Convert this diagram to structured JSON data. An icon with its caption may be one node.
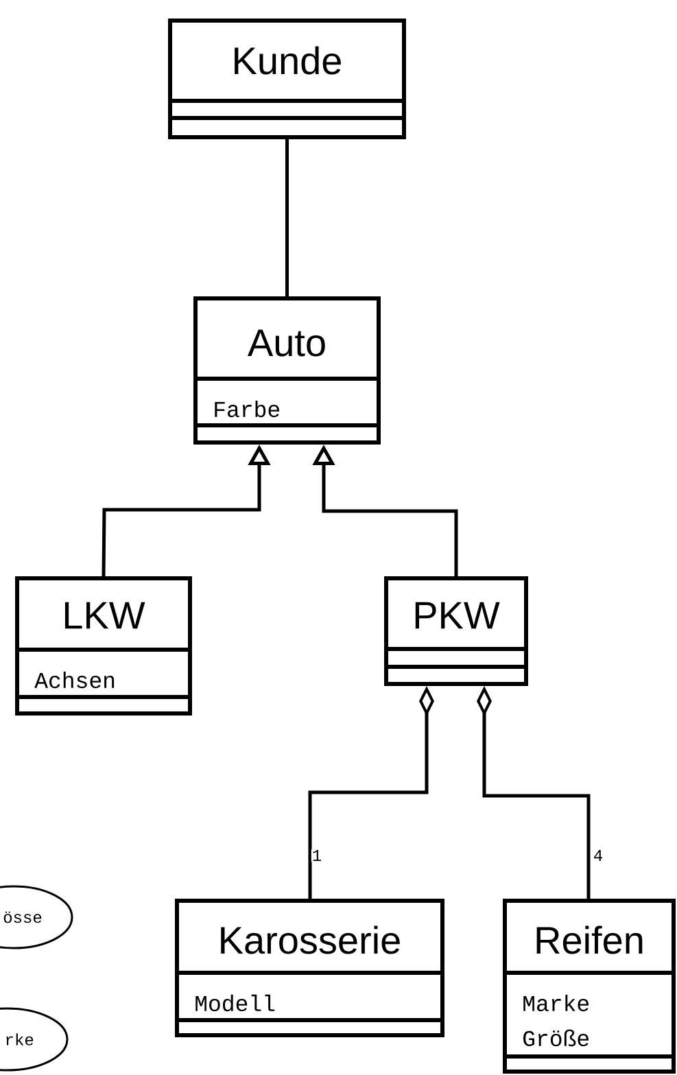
{
  "diagram": {
    "nodes": [
      {
        "text": [
          "Kunde"
        ]
      },
      {
        "text": [
          "Auto",
          "Farbe"
        ]
      },
      {
        "text": [
          "LKW",
          "Achsen"
        ]
      },
      {
        "text": [
          "PKW"
        ]
      },
      {
        "text": [
          "Karosserie",
          "Modell"
        ]
      },
      {
        "text": [
          "Reifen",
          "Marke",
          "Größe"
        ]
      },
      {
        "text": [
          "össe"
        ]
      },
      {
        "text": [
          "rke"
        ]
      }
    ],
    "edges": [
      {
        "from": 0,
        "to": 1,
        "arrow": "none"
      },
      {
        "from": 2,
        "to": 1,
        "arrow": "to"
      },
      {
        "from": 3,
        "to": 1,
        "arrow": "to"
      },
      {
        "from": 4,
        "to": 3,
        "arrow": "other",
        "label": "1"
      },
      {
        "from": 5,
        "to": 3,
        "arrow": "other",
        "label": "4"
      }
    ]
  }
}
